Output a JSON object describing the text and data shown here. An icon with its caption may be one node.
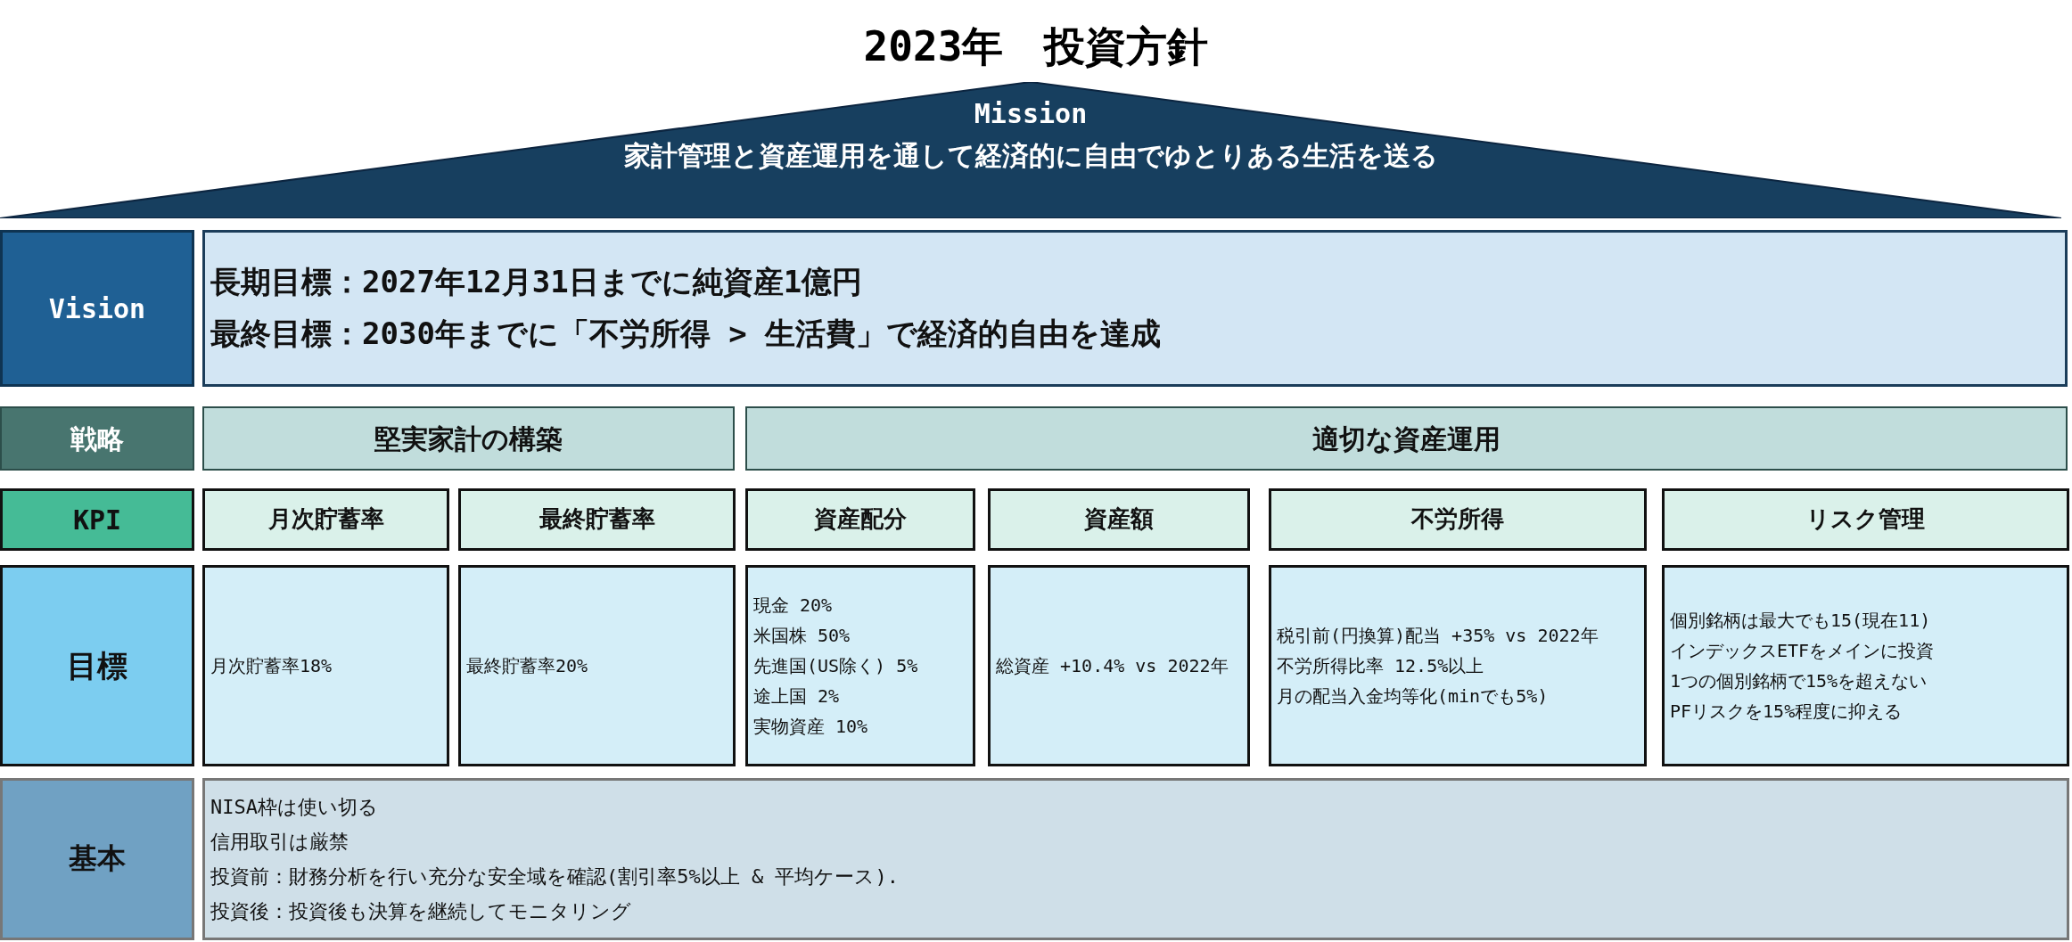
{
  "diagram": {
    "title": "2023年　投資方針",
    "nodes": [
      {
        "text": [
          "Mission",
          "家計管理と資産運用を通して経済的に自由でゆとりある生活を送る"
        ]
      },
      {
        "text": [
          "Vision"
        ]
      },
      {
        "text": [
          "長期目標：2027年12月31日までに純資産1億円",
          "最終目標：2030年までに「不労所得 > 生活費」で経済的自由を達成"
        ]
      },
      {
        "text": [
          "戦略"
        ]
      },
      {
        "text": [
          "堅実家計の構築"
        ]
      },
      {
        "text": [
          "適切な資産運用"
        ]
      },
      {
        "text": [
          "KPI"
        ]
      },
      {
        "text": [
          "月次貯蓄率"
        ]
      },
      {
        "text": [
          "最終貯蓄率"
        ]
      },
      {
        "text": [
          "資産配分"
        ]
      },
      {
        "text": [
          "資産額"
        ]
      },
      {
        "text": [
          "不労所得"
        ]
      },
      {
        "text": [
          "リスク管理"
        ]
      },
      {
        "text": [
          "目標"
        ]
      },
      {
        "text": [
          "月次貯蓄率18%"
        ]
      },
      {
        "text": [
          "最終貯蓄率20%"
        ]
      },
      {
        "text": [
          "現金 20%",
          "米国株 50%",
          "先進国(US除く) 5%",
          "途上国 2%",
          "実物資産 10%"
        ]
      },
      {
        "text": [
          "総資産 +10.4% vs 2022年"
        ]
      },
      {
        "text": [
          "税引前(円換算)配当 +35% vs 2022年",
          "不労所得比率 12.5%以上",
          "月の配当入金均等化(minでも5%)"
        ]
      },
      {
        "text": [
          "個別銘柄は最大でも15(現在11)",
          "インデックスETFをメインに投資",
          "1つの個別銘柄で15%を超えない",
          "PFリスクを15%程度に抑える"
        ]
      },
      {
        "text": [
          "基本"
        ]
      },
      {
        "text": [
          "NISA枠は使い切る",
          "信用取引は厳禁",
          "投資前：財務分析を行い充分な安全域を確認(割引率5%以上 & 平均ケース).",
          "投資後：投資後も決算を継続してモニタリング"
        ]
      }
    ],
    "edges": []
  }
}
